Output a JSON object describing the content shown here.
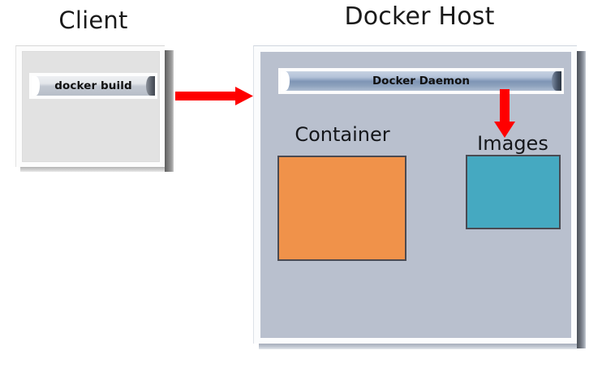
{
  "diagram": {
    "title_client": "Client",
    "title_host": "Docker Host",
    "client": {
      "button_label": "docker build"
    },
    "host": {
      "daemon_label": "Docker Daemon",
      "container_label": "Container",
      "images_label": "Images"
    },
    "arrows": [
      {
        "name": "client-to-host",
        "label": "",
        "direction": "right",
        "color": "#FF0000"
      },
      {
        "name": "daemon-to-images",
        "label": "",
        "direction": "down",
        "color": "#FF0000"
      }
    ],
    "colors": {
      "background": "#FFFFFF",
      "client_panel_fill": "#E2E2E2",
      "host_panel_fill": "#B9C0CE",
      "container_fill": "#F0924A",
      "images_fill": "#45A9C1",
      "box_border": "#4A4A52",
      "daemon_bar": "#7E95B5",
      "arrow_red": "#FF0000",
      "text": "#1A1A1A"
    }
  }
}
